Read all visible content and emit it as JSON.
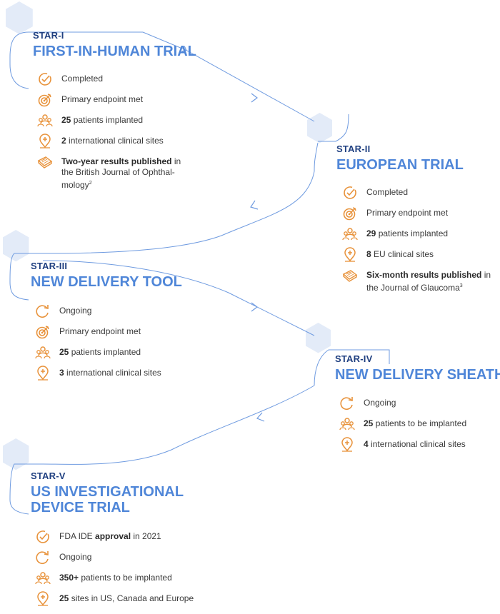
{
  "trials": [
    {
      "code": "STAR-I",
      "title": [
        "FIRST-IN-HUMAN TRIAL"
      ],
      "items": [
        {
          "icon": "check-icon",
          "bold": "",
          "text": "Completed"
        },
        {
          "icon": "target-icon",
          "bold": "",
          "text": "Primary endpoint met"
        },
        {
          "icon": "patients-icon",
          "bold": "25",
          "text": " patients implanted"
        },
        {
          "icon": "location-pin-icon",
          "bold": "2",
          "text": " international clinical sites"
        },
        {
          "icon": "publication-icon",
          "bold": "Two-year results published",
          "text": " in the British Journal of Ophthal-mology",
          "sup": "2"
        }
      ]
    },
    {
      "code": "STAR-II",
      "title": [
        "EUROPEAN TRIAL"
      ],
      "items": [
        {
          "icon": "check-icon",
          "bold": "",
          "text": "Completed"
        },
        {
          "icon": "target-icon",
          "bold": "",
          "text": "Primary endpoint met"
        },
        {
          "icon": "patients-icon",
          "bold": "29",
          "text": " patients implanted"
        },
        {
          "icon": "location-pin-icon",
          "bold": "8",
          "text": " EU clinical sites"
        },
        {
          "icon": "publication-icon",
          "bold": "Six-month results published",
          "text": " in the Journal of Glaucoma",
          "sup": "3"
        }
      ]
    },
    {
      "code": "STAR-III",
      "title": [
        "NEW DELIVERY TOOL"
      ],
      "items": [
        {
          "icon": "ongoing-icon",
          "bold": "",
          "text": "Ongoing"
        },
        {
          "icon": "target-icon",
          "bold": "",
          "text": "Primary endpoint met"
        },
        {
          "icon": "patients-icon",
          "bold": "25",
          "text": " patients implanted"
        },
        {
          "icon": "location-pin-icon",
          "bold": "3",
          "text": " international clinical sites"
        }
      ]
    },
    {
      "code": "STAR-IV",
      "title": [
        "NEW DELIVERY SHEATH"
      ],
      "items": [
        {
          "icon": "ongoing-icon",
          "bold": "",
          "text": "Ongoing"
        },
        {
          "icon": "patients-icon",
          "bold": "25",
          "text": " patients to be implanted"
        },
        {
          "icon": "location-pin-icon",
          "bold": "4",
          "text": " international clinical sites"
        }
      ]
    },
    {
      "code": "STAR-V",
      "title": [
        "US INVESTIGATIONAL",
        "DEVICE TRIAL"
      ],
      "items": [
        {
          "icon": "check-icon",
          "bold": "",
          "text": "FDA IDE ",
          "bold2": "approval",
          "text2": " in 2021"
        },
        {
          "icon": "ongoing-icon",
          "bold": "",
          "text": "Ongoing"
        },
        {
          "icon": "patients-icon",
          "bold": "350+",
          "text": " patients to be implanted"
        },
        {
          "icon": "location-pin-icon",
          "bold": "25",
          "text": " sites in US, Canada and Europe"
        }
      ]
    }
  ],
  "colors": {
    "accent": "#4f86d8",
    "code": "#1f3f80",
    "icon": "#e8923a",
    "hexagon": "#e3ebf8",
    "line": "#6f9be0"
  }
}
